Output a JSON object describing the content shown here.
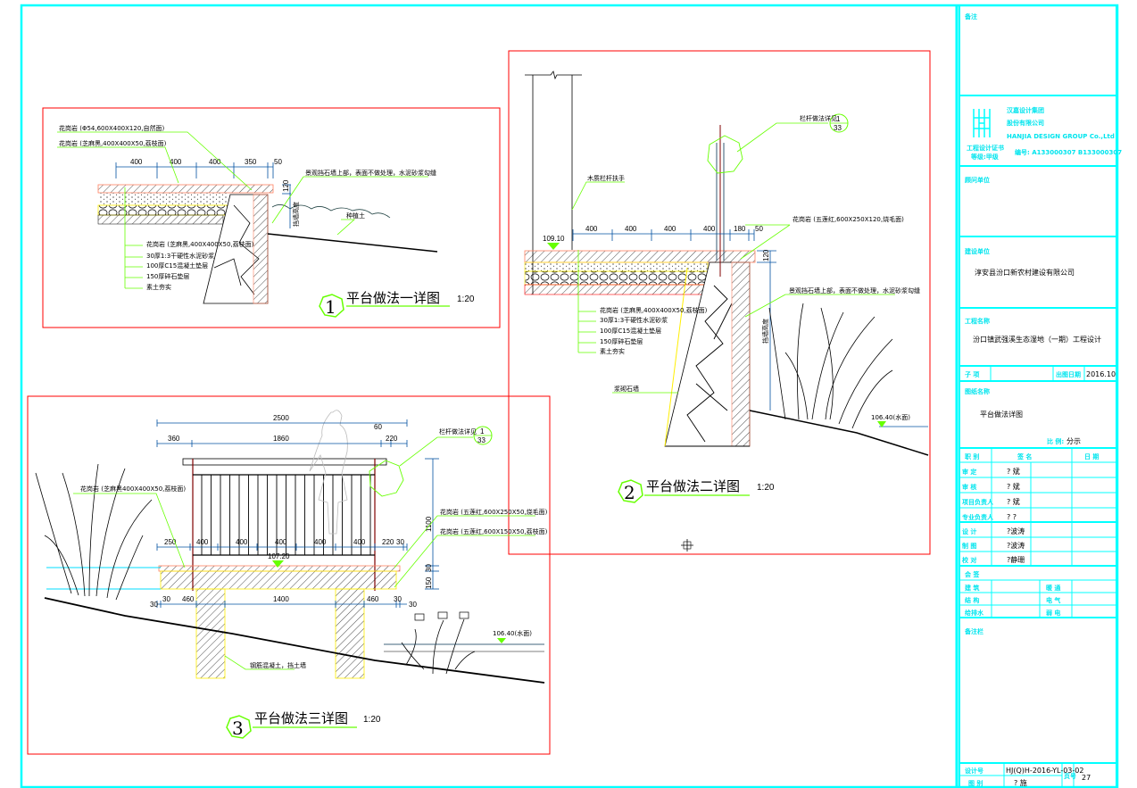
{
  "colors": {
    "frame": "#00ffff",
    "viewport": "#ff0000",
    "leader": "#66ff00",
    "dimension": "#0050a0",
    "hatch": "#ff8060"
  },
  "detail1": {
    "title": "平台做法一详图",
    "number": "1",
    "scale": "1:20",
    "dims": [
      "400",
      "400",
      "400",
      "350",
      "50"
    ],
    "height_dim": "120",
    "labels": {
      "top1": "花岗岩 (Φ54,600X400X120,自然面)",
      "top2": "花岗岩 (芝麻黑,400X400X50,荔枝面)",
      "wall": "景观挡石墙上部，表面不做处理，水泥砂浆勾缝",
      "plant": "种植土",
      "wall_h": "挡墙高度"
    },
    "layers": [
      "花岗岩 (芝麻黑,400X400X50,荔枝面)",
      "30厚1:3干硬性水泥砂浆",
      "100厚C15混凝土垫层",
      "150厚碎石垫层",
      "素土夯实"
    ]
  },
  "detail2": {
    "title": "平台做法二详图",
    "number": "2",
    "scale": "1:20",
    "dims": [
      "400",
      "400",
      "400",
      "400",
      "180",
      "50"
    ],
    "height_dim": "120",
    "elevation": "109.10",
    "water": "106.40(水面)",
    "callout": {
      "label": "栏杆做法详见",
      "num": "1",
      "sheet": "33"
    },
    "labels": {
      "handrail": "木质栏杆扶手",
      "cap": "花岗岩 (五莲红,600X250X120,烧毛面)",
      "wall": "景观挡石墙上部，表面不做处理，水泥砂浆勾缝",
      "wall_h": "挡墙高度",
      "masonry": "浆砌石墙"
    },
    "layers": [
      "花岗岩 (芝麻黑,400X400X50,荔枝面)",
      "30厚1:3干硬性水泥砂浆",
      "100厚C15混凝土垫层",
      "150厚碎石垫层",
      "素土夯实"
    ]
  },
  "detail3": {
    "title": "平台做法三详图",
    "number": "3",
    "scale": "1:20",
    "dims_top": [
      "2500"
    ],
    "dims_mid": [
      "360",
      "1860",
      "60",
      "220"
    ],
    "dims_rail": [
      "250",
      "400",
      "400",
      "400",
      "400",
      "400",
      "220",
      "30"
    ],
    "dims_base": [
      "30",
      "30",
      "460",
      "1400",
      "460",
      "30",
      "30"
    ],
    "dims_v": [
      "1100",
      "30",
      "150"
    ],
    "elevation": "107.20",
    "water": "106.40(水面)",
    "callout": {
      "label": "栏杆做法详见",
      "num": "1",
      "sheet": "33"
    },
    "labels": {
      "deck": "花岗岩 (芝麻黑400X400X50,荔枝面)",
      "edge1": "花岗岩 (五莲红,600X250X50,烧毛面)",
      "edge2": "花岗岩 (五莲红,600X150X50,荔枝面)",
      "pier": "钢筋混凝土，挡土墙"
    }
  },
  "title_block": {
    "remarks_label": "备注",
    "company_cn1": "汉嘉设计集团",
    "company_cn2": "股份有限公司",
    "company_en": "HANJIA DESIGN GROUP Co.,Ltd",
    "cert_label": "工程设计证书",
    "cert_grade": "等级:甲级",
    "cert_no": "编号: A133000307  B133000307",
    "consultant_label": "顾问单位",
    "client_label": "建设单位",
    "client": "淳安县汾口新农村建设有限公司",
    "project_label": "工程名称",
    "project": "汾口镇武强溪生态湿地（一期）工程设计",
    "subitem_label": "子 项",
    "date_label": "出图日期",
    "date": "2016.10",
    "drawing_label": "图纸名称",
    "drawing": "平台做法详图",
    "scale_label": "比 例:",
    "scale": "分示",
    "sign_header": [
      "职 别",
      "签  名",
      "日 期"
    ],
    "sign_rows": [
      {
        "role": "审 定",
        "name": "? 斌"
      },
      {
        "role": "审 核",
        "name": "? 斌"
      },
      {
        "role": "项目负责人",
        "name": "? 斌"
      },
      {
        "role": "专业负责人",
        "name": "? ?"
      },
      {
        "role": "设 计",
        "name": "?波涛"
      },
      {
        "role": "制 图",
        "name": "?波涛"
      },
      {
        "role": "校 对",
        "name": "?静珊"
      }
    ],
    "countersign_label": "会 签",
    "countersign": [
      [
        "建 筑",
        "暖 通"
      ],
      [
        "结 构",
        "电 气"
      ],
      [
        "给排水",
        "弱 电"
      ]
    ],
    "notes_label": "备注栏",
    "design_no_label": "设计号",
    "design_no": "HJ(Q)H-2016-YL-03-02",
    "category_label": "图 别",
    "category": "? 施",
    "page_label": "页号",
    "page": "27"
  }
}
